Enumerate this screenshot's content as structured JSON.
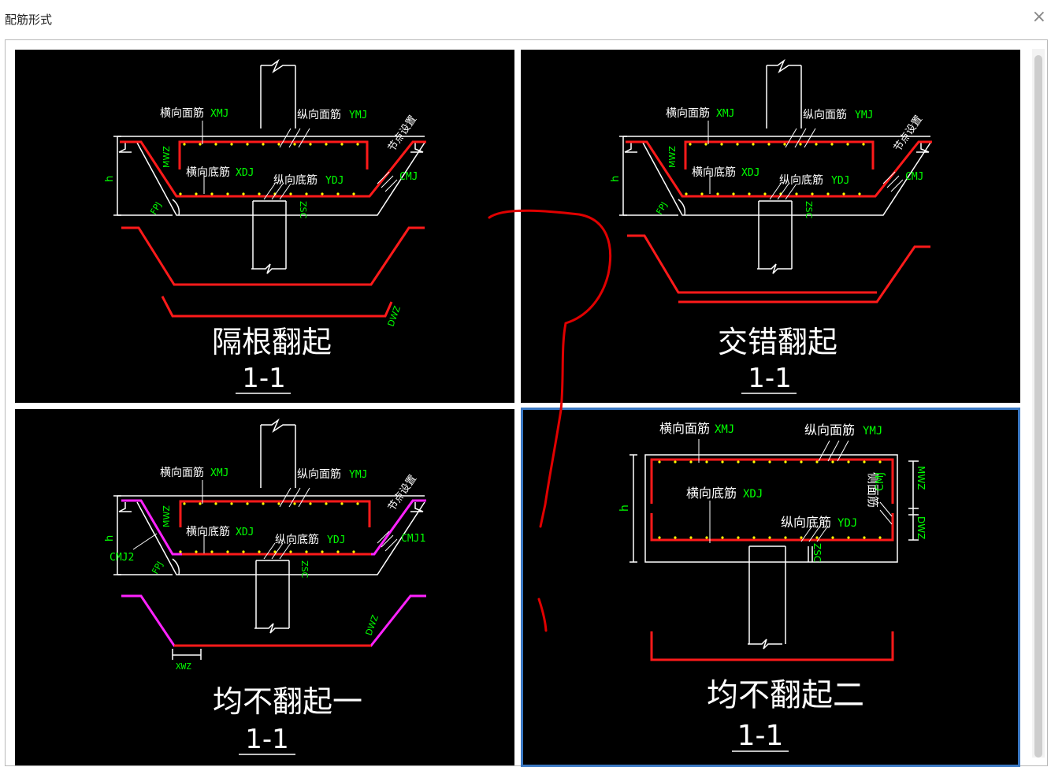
{
  "window": {
    "title": "配筋形式",
    "close_glyph": "×"
  },
  "panels": [
    {
      "id": "p1",
      "caption": "隔根翻起",
      "section": "1-1",
      "labels": {
        "xmj_cn": "横向面筋",
        "xmj": "XMJ",
        "ymj_cn": "纵向面筋",
        "ymj": "YMJ",
        "xdj_cn": "横向底筋",
        "xdj": "XDJ",
        "ydj_cn": "纵向底筋",
        "ydj": "YDJ",
        "node": "节点设置",
        "cmj": "CMJ",
        "mwz": "MWZ",
        "h": "h",
        "fpj": "FPJ",
        "zsc": "ZSC",
        "dwz": "DWZ"
      }
    },
    {
      "id": "p2",
      "caption": "交错翻起",
      "section": "1-1",
      "labels": {
        "xmj_cn": "横向面筋",
        "xmj": "XMJ",
        "ymj_cn": "纵向面筋",
        "ymj": "YMJ",
        "xdj_cn": "横向底筋",
        "xdj": "XDJ",
        "ydj_cn": "纵向底筋",
        "ydj": "YDJ",
        "node": "节点设置",
        "cmj": "CMJ",
        "mwz": "MWZ",
        "h": "h",
        "fpj": "FPJ",
        "zsc": "ZSC"
      }
    },
    {
      "id": "p3",
      "caption": "均不翻起一",
      "section": "1-1",
      "labels": {
        "xmj_cn": "横向面筋",
        "xmj": "XMJ",
        "ymj_cn": "纵向面筋",
        "ymj": "YMJ",
        "xdj_cn": "横向底筋",
        "xdj": "XDJ",
        "ydj_cn": "纵向底筋",
        "ydj": "YDJ",
        "node": "节点设置",
        "cmj1": "CMJ1",
        "cmj2": "CMJ2",
        "mwz": "MWZ",
        "h": "h",
        "fpj": "FPJ",
        "zsc": "ZSC",
        "dwz": "DWZ",
        "xwz": "XWZ"
      }
    },
    {
      "id": "p4",
      "caption": "均不翻起二",
      "section": "1-1",
      "selected": true,
      "labels": {
        "xmj_cn": "横向面筋",
        "xmj": "XMJ",
        "ymj_cn": "纵向面筋",
        "ymj": "YMJ",
        "xdj_cn": "横向底筋",
        "xdj": "XDJ",
        "ydj_cn": "纵向底筋",
        "ydj": "YDJ",
        "side_cn": "侧面筋",
        "cmj": "CMJ",
        "h": "h",
        "mwz": "MWZ",
        "dwz": "DWZ",
        "zsc": "ZSC"
      }
    }
  ],
  "colors": {
    "rebar": "#ff1a1a",
    "cad_text": "#00ff00",
    "cad_white": "#ffffff",
    "magenta": "#ff22ff",
    "dots": "#ffff00",
    "select_border": "#3a78c3",
    "annotation": "#e00000"
  }
}
